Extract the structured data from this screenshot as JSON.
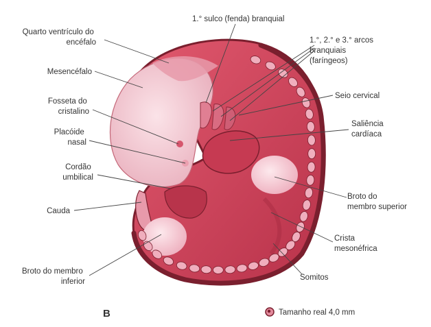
{
  "labels": {
    "quarto_ventriculo": [
      "Quarto ventrículo do",
      "encéfalo"
    ],
    "mesencefalo": [
      "Mesencéfalo"
    ],
    "fosseta": [
      "Fosseta do",
      "cristalino"
    ],
    "placoide": [
      "Placóide",
      "nasal"
    ],
    "cordao": [
      "Cordão",
      "umbilical"
    ],
    "cauda": [
      "Cauda"
    ],
    "broto_inferior": [
      "Broto do membro",
      "inferior"
    ],
    "sulco": [
      "1.° sulco (fenda) branquial"
    ],
    "arcos": [
      "1.°, 2.° e 3.° arcos",
      "branquiais",
      "(faríngeos)"
    ],
    "seio": [
      "Seio cervical"
    ],
    "saliencia": [
      "Saliência",
      "cardíaca"
    ],
    "broto_superior": [
      "Broto do",
      "membro superior"
    ],
    "crista": [
      "Crista",
      "mesonéfrica"
    ],
    "somitos": [
      "Somitos"
    ]
  },
  "panel_letter": "B",
  "scale_note": "Tamanho real 4,0 mm",
  "colors": {
    "body": "#c43e55",
    "dark": "#7a1f2e",
    "head": "#f2c9d2",
    "somite": "#f0aebd",
    "limb": "#f7d3da"
  }
}
